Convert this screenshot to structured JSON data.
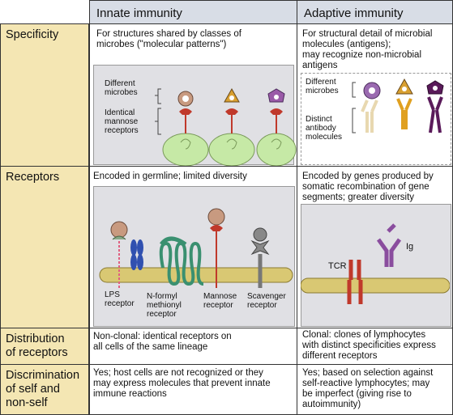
{
  "header": {
    "innate": "Innate immunity",
    "adaptive": "Adaptive immunity"
  },
  "rows": [
    {
      "label": "Specificity",
      "innate_text": "For structures shared by classes of\nmicrobes (\"molecular patterns\")",
      "adaptive_text": "For structural detail of microbial\nmolecules (antigens);\nmay recognize non-microbial\nantigens"
    },
    {
      "label": "Receptors",
      "innate_text": "Encoded in germline; limited diversity",
      "adaptive_text": "Encoded by genes produced by\nsomatic recombination of gene\nsegments; greater diversity"
    },
    {
      "label": "Distribution\nof receptors",
      "innate_text": "Non-clonal: identical receptors on\nall cells of the same lineage",
      "adaptive_text": "Clonal: clones of lymphocytes\nwith distinct specificities express\ndifferent receptors"
    },
    {
      "label": "Discrimination\nof self and\nnon-self",
      "innate_text": "Yes; host cells are not recognized or they\nmay express molecules that prevent innate\nimmune reactions",
      "adaptive_text": "Yes; based on selection against\nself-reactive lymphocytes; may\nbe imperfect (giving rise to\nautoimmunity)"
    }
  ],
  "specificity_innate_fig": {
    "label_microbes": "Different\nmicrobes",
    "label_receptors": "Identical\nmannose\nreceptors"
  },
  "specificity_adaptive_fig": {
    "label_microbes": "Different\nmicrobes",
    "label_antibodies": "Distinct\nantibody\nmolecules"
  },
  "receptors_innate_fig": {
    "lps": "LPS\nreceptor",
    "formyl": "N-formyl\nmethionyl\nreceptor",
    "mannose": "Mannose\nreceptor",
    "scavenger": "Scavenger\nreceptor"
  },
  "receptors_adaptive_fig": {
    "tcr": "TCR",
    "ig": "Ig"
  },
  "colors": {
    "header_bg": "#d8dde6",
    "label_bg": "#f4e6b3",
    "panel_bg": "#e0e0e4",
    "membrane": "#d9c873",
    "cell_green": "#c6e9a6",
    "receptor_red": "#c0392b",
    "antibody_purple": "#8a4d9e",
    "antibody_orange": "#e0a020",
    "antibody_darkpurple": "#5a1a5a"
  }
}
